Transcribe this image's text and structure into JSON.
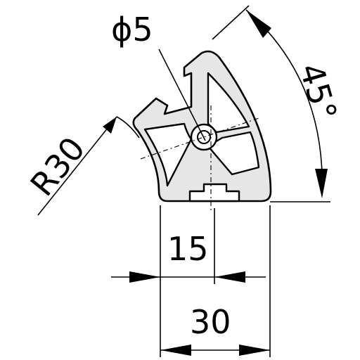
{
  "drawing": {
    "labels": {
      "hole_diameter": "ϕ5",
      "radius": "R30",
      "angle": "45°",
      "width_half": "15",
      "width_full": "30"
    },
    "colors": {
      "line": "#000000",
      "profile_fill": "#e6e6e6",
      "background": "#ffffff"
    }
  }
}
